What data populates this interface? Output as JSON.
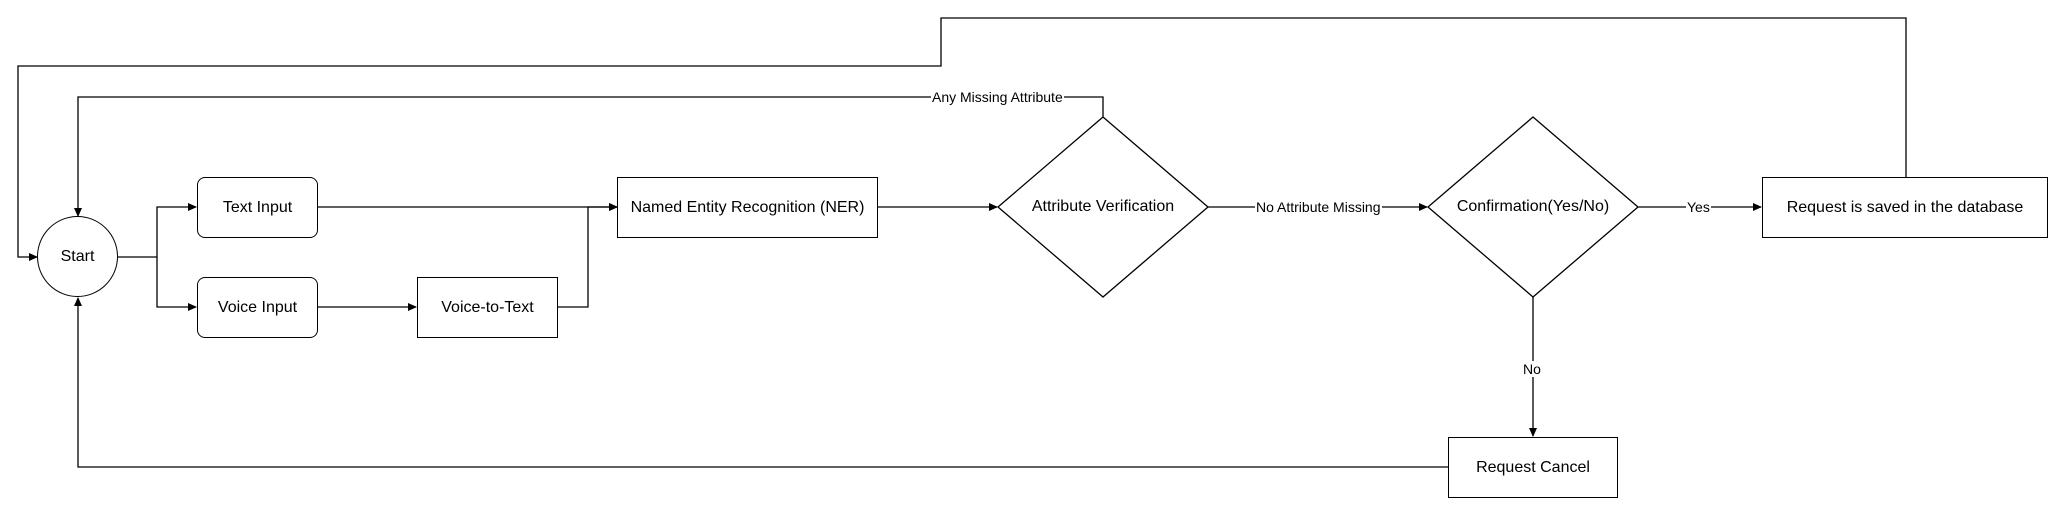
{
  "nodes": {
    "start": "Start",
    "text_input": "Text Input",
    "voice_input": "Voice Input",
    "voice_to_text": "Voice-to-Text",
    "ner": "Named Entity Recognition (NER)",
    "attribute_verification": "Attribute Verification",
    "confirmation": "Confirmation(Yes/No)",
    "saved": "Request is saved in the database",
    "cancel": "Request Cancel"
  },
  "edge_labels": {
    "any_missing": "Any Missing Attribute",
    "no_missing": "No Attribute Missing",
    "yes": "Yes",
    "no": "No"
  }
}
